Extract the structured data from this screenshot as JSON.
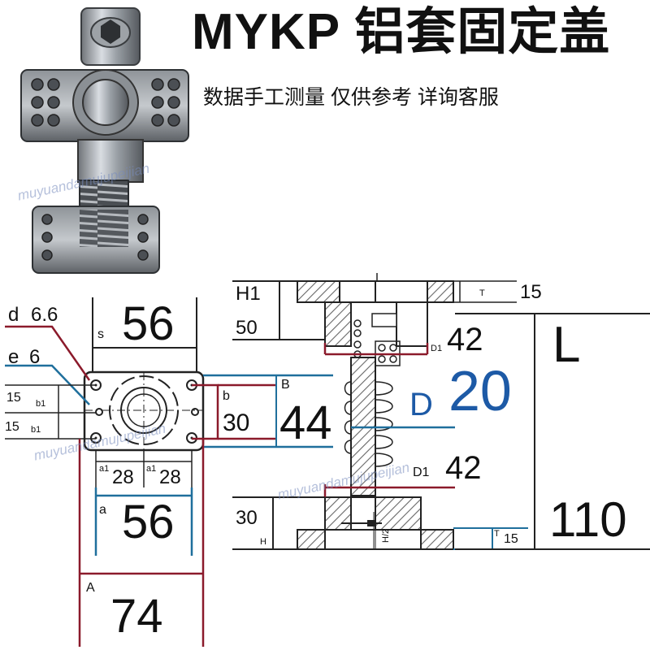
{
  "title": "MYKP 铝套固定盖",
  "subtitle": "数据手工测量 仅供参考 详询客服",
  "watermark": "muyuandamujupeijian",
  "colors": {
    "red": "#8b1a2b",
    "blue": "#1f6f9c",
    "dark": "#222222",
    "accent_blue": "#1d5aa6",
    "hatch": "#777777"
  },
  "left_view": {
    "d_label": "d",
    "d_value": "6.6",
    "e_label": "e",
    "e_value": "6",
    "s_label": "s",
    "s_value": "56",
    "b1_top_value": "15",
    "b1_top_label": "b1",
    "b1_bottom_value": "15",
    "b1_bottom_label": "b1",
    "b_label": "b",
    "b_value": "30",
    "B_label": "B",
    "B_value": "44",
    "a1_left_label": "a1",
    "a1_left_value": "28",
    "a1_right_label": "a1",
    "a1_right_value": "28",
    "a_label": "a",
    "a_value": "56",
    "A_label": "A",
    "A_value": "74"
  },
  "right_view": {
    "H1_label": "H1",
    "H1_value": "50",
    "T_top_label": "T",
    "T_top_value": "15",
    "D1_top_label": "D1",
    "D1_top_value": "42",
    "L_label": "L",
    "D_label": "D",
    "D_value": "20",
    "D1_bottom_label": "D1",
    "D1_bottom_value": "42",
    "H_value": "30",
    "H_label": "H",
    "H2_label": "H/2",
    "T_bottom_label": "T",
    "T_bottom_value": "15",
    "L_value": "110"
  }
}
